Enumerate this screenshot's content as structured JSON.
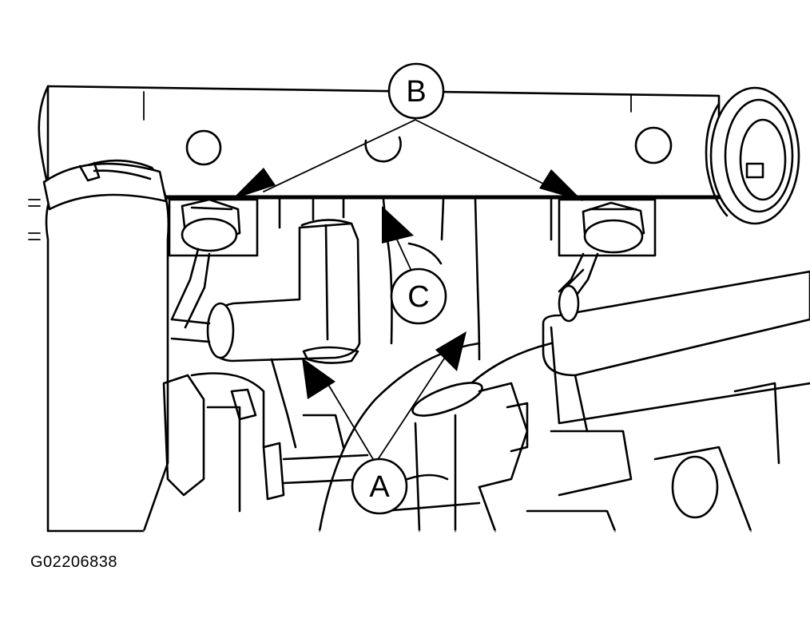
{
  "callouts": {
    "a": "A",
    "b": "B",
    "c": "C"
  },
  "figure_code": "G02206838",
  "colors": {
    "ink": "#000000",
    "paper": "#ffffff"
  }
}
